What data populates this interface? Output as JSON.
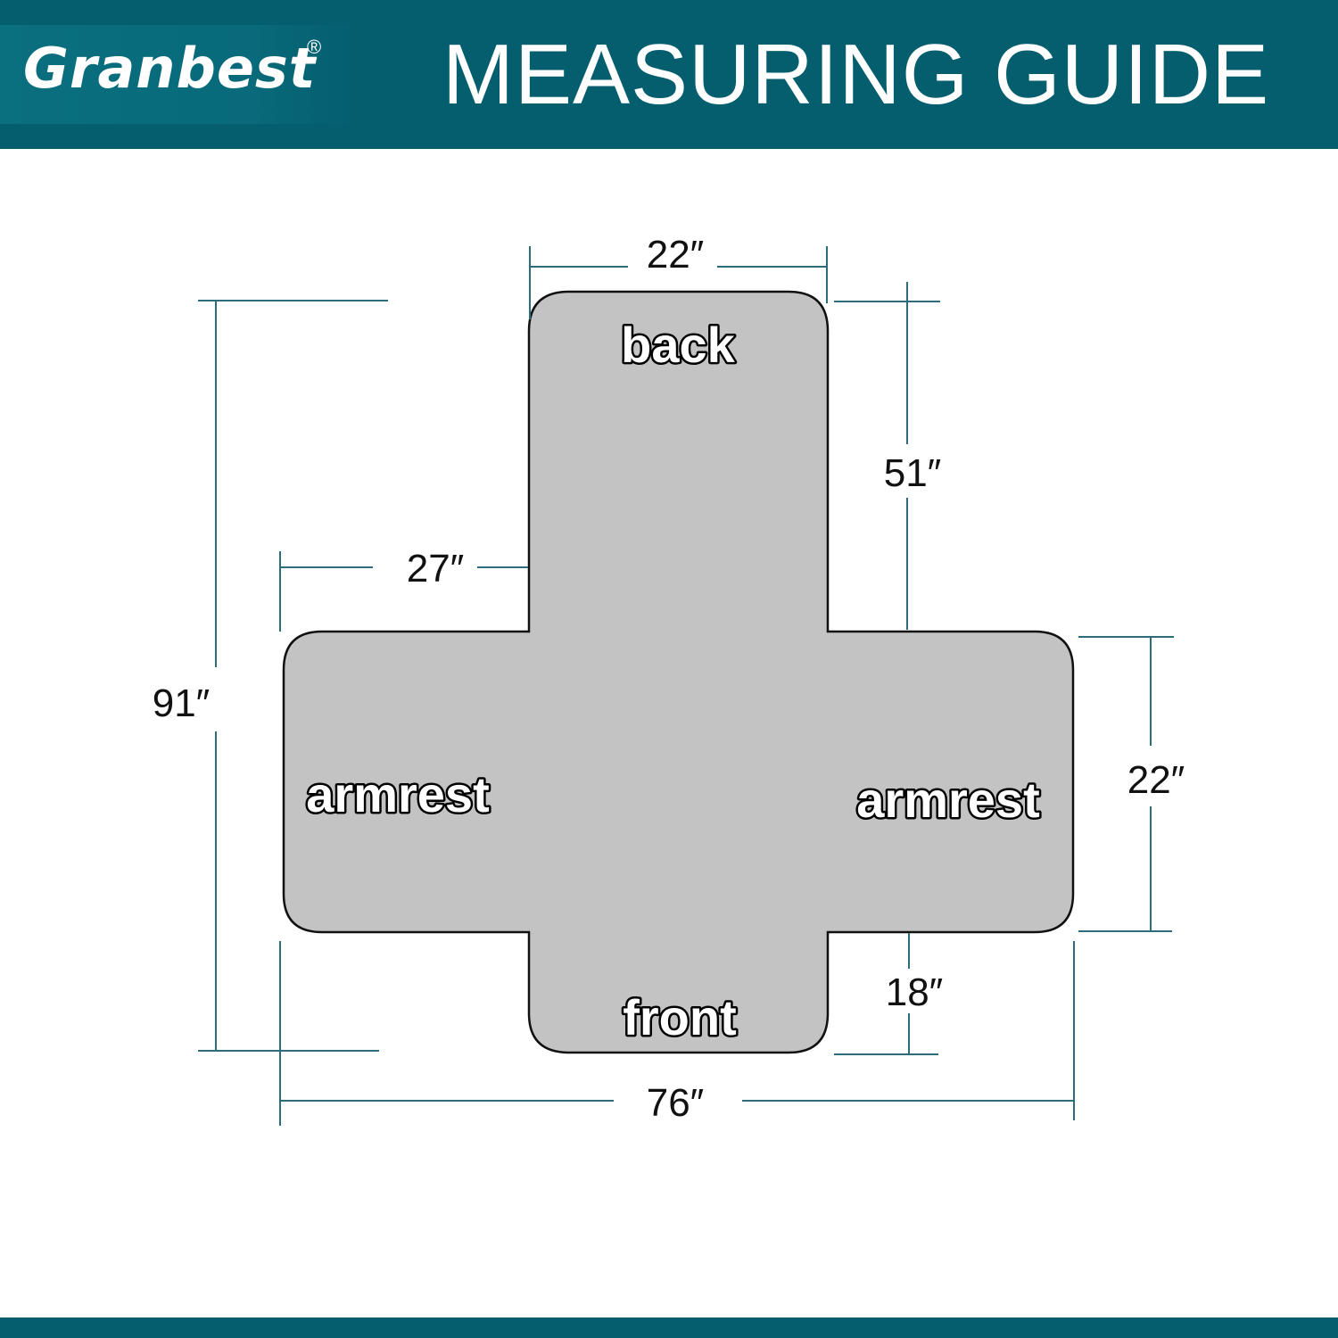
{
  "header": {
    "brand": "Granbest",
    "registered_mark": "®",
    "title": "MEASURING GUIDE"
  },
  "colors": {
    "header_bg": "#045e6e",
    "dimension_line": "#2b6d78",
    "shape_fill": "#c3c3c3",
    "shape_stroke": "#111111"
  },
  "diagram": {
    "labels": {
      "back": "back",
      "front": "front",
      "armrest_left": "armrest",
      "armrest_right": "armrest"
    },
    "dimensions": {
      "back_width": "22″",
      "back_depth": "51″",
      "arm_width": "27″",
      "overall_depth": "91″",
      "arm_depth": "22″",
      "front_depth": "18″",
      "overall_width": "76″"
    }
  }
}
